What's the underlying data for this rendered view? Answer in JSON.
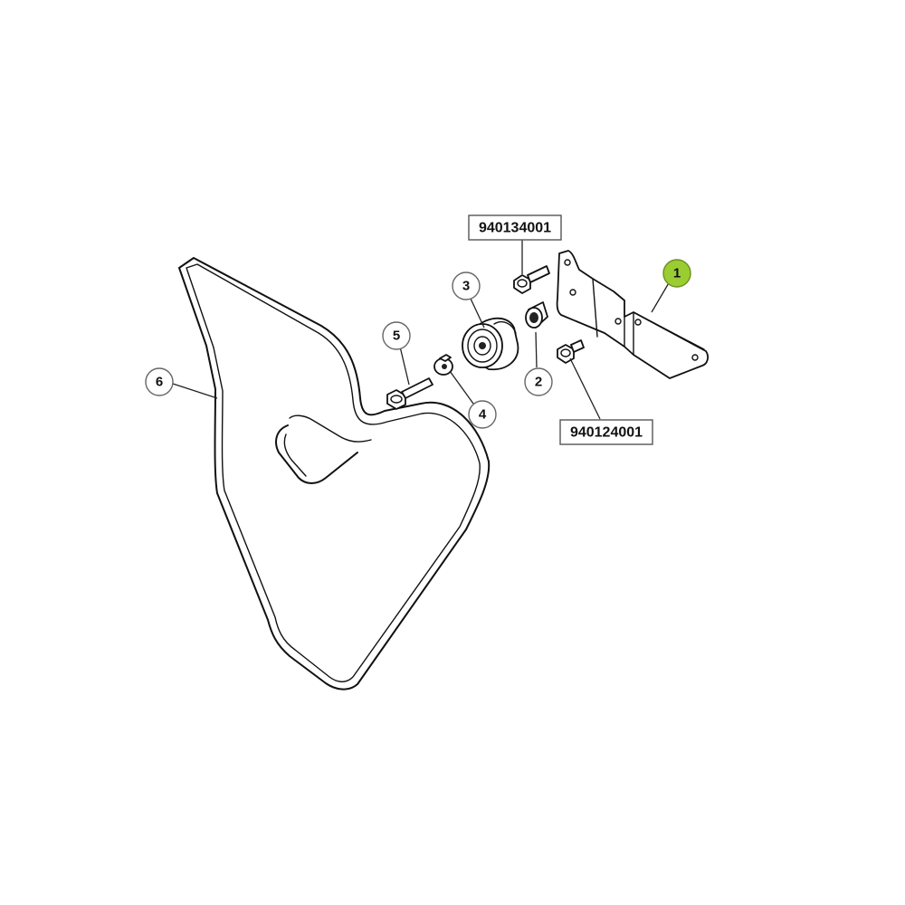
{
  "diagram": {
    "callouts": [
      {
        "id": "1",
        "label": "1",
        "highlighted": true
      },
      {
        "id": "2",
        "label": "2",
        "highlighted": false
      },
      {
        "id": "3",
        "label": "3",
        "highlighted": false
      },
      {
        "id": "4",
        "label": "4",
        "highlighted": false
      },
      {
        "id": "5",
        "label": "5",
        "highlighted": false
      },
      {
        "id": "6",
        "label": "6",
        "highlighted": false
      }
    ],
    "part_numbers": {
      "top": "940134001",
      "bottom": "940124001"
    },
    "colors": {
      "highlight": "#9acd32",
      "line": "#111111"
    }
  }
}
